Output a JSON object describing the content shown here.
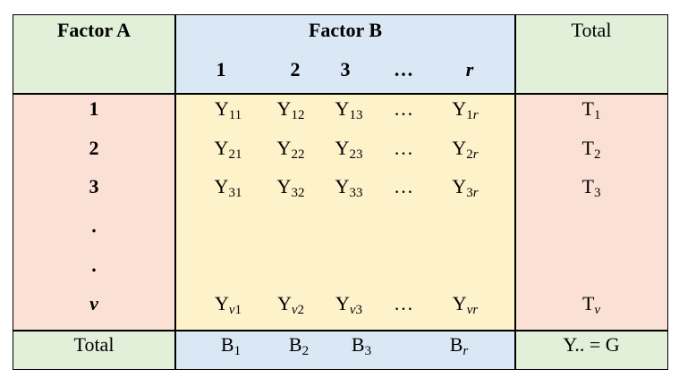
{
  "table": {
    "factor_a_header": "Factor A",
    "factor_b_header": "Factor B",
    "total_header": "Total",
    "b_levels": [
      "1",
      "2",
      "3",
      "…",
      "r"
    ],
    "a_levels": [
      "1",
      "2",
      "3",
      ".",
      ".",
      "v"
    ],
    "rows": [
      {
        "cells": [
          [
            "Y",
            "11"
          ],
          [
            "Y",
            "12"
          ],
          [
            "Y",
            "13"
          ],
          [
            "…",
            ""
          ],
          [
            "Y",
            "1r"
          ]
        ],
        "total": [
          "T",
          "1"
        ]
      },
      {
        "cells": [
          [
            "Y",
            "21"
          ],
          [
            "Y",
            "22"
          ],
          [
            "Y",
            "23"
          ],
          [
            "…",
            ""
          ],
          [
            "Y",
            "2r"
          ]
        ],
        "total": [
          "T",
          "2"
        ]
      },
      {
        "cells": [
          [
            "Y",
            "31"
          ],
          [
            "Y",
            "32"
          ],
          [
            "Y",
            "33"
          ],
          [
            "…",
            ""
          ],
          [
            "Y",
            "3r"
          ]
        ],
        "total": [
          "T",
          "3"
        ]
      },
      {
        "cells": [
          [
            "Y",
            "v1"
          ],
          [
            "Y",
            "v2"
          ],
          [
            "Y",
            "v3"
          ],
          [
            "…",
            ""
          ],
          [
            "Y",
            "vr"
          ]
        ],
        "total": [
          "T",
          "v"
        ]
      }
    ],
    "total_row_label": "Total",
    "b_totals": [
      [
        "B",
        "1"
      ],
      [
        "B",
        "2"
      ],
      [
        "B",
        "3"
      ],
      [
        "B",
        "r"
      ]
    ],
    "grand_total": "Y.. = G"
  },
  "colors": {
    "green": "#e2efd9",
    "blue": "#dae7f5",
    "pink": "#fbe0d6",
    "yellow": "#fef2cb",
    "border": "#000000"
  }
}
